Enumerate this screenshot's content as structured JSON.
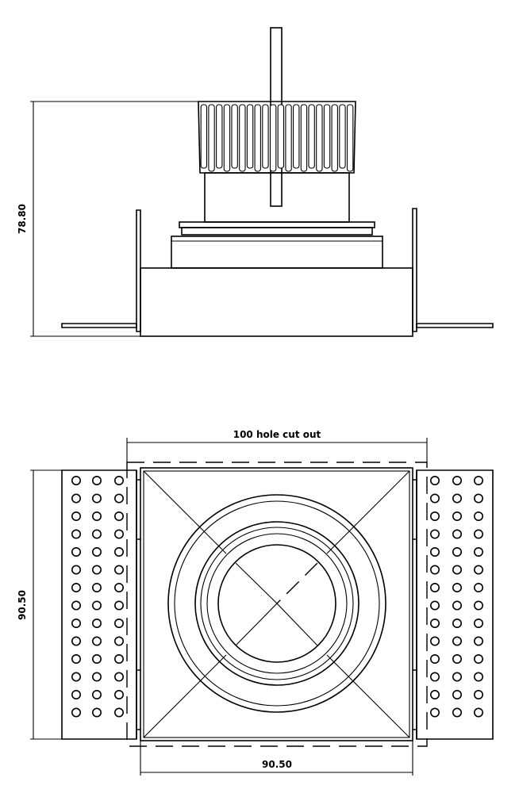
{
  "dimensions": {
    "side_height": "78.80",
    "hole_cut_out": "100 hole cut out",
    "plan_height": "90.50",
    "plan_width": "90.50"
  },
  "colors": {
    "line": "#000000",
    "background": "#ffffff"
  }
}
